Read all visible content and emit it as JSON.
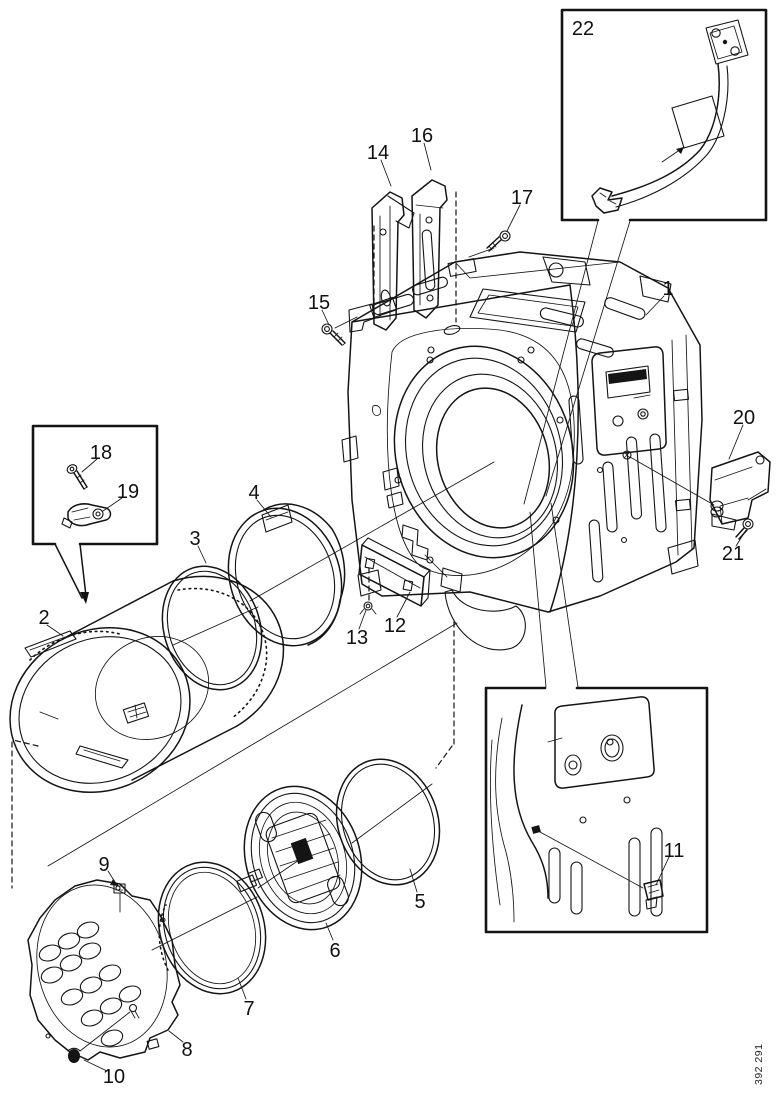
{
  "diagram": {
    "doc_number": "392 291",
    "colors": {
      "background": "#ffffff",
      "line": "#141414"
    },
    "callouts": {
      "c1": "1",
      "c2": "2",
      "c3": "3",
      "c4": "4",
      "c5": "5",
      "c6": "6",
      "c7": "7",
      "c8": "8",
      "c9": "9",
      "c10": "10",
      "c11": "11",
      "c12": "12",
      "c13": "13",
      "c14": "14",
      "c15": "15",
      "c16": "16",
      "c17": "17",
      "c18": "18",
      "c19": "19",
      "c20": "20",
      "c21": "21",
      "c22": "22"
    }
  }
}
